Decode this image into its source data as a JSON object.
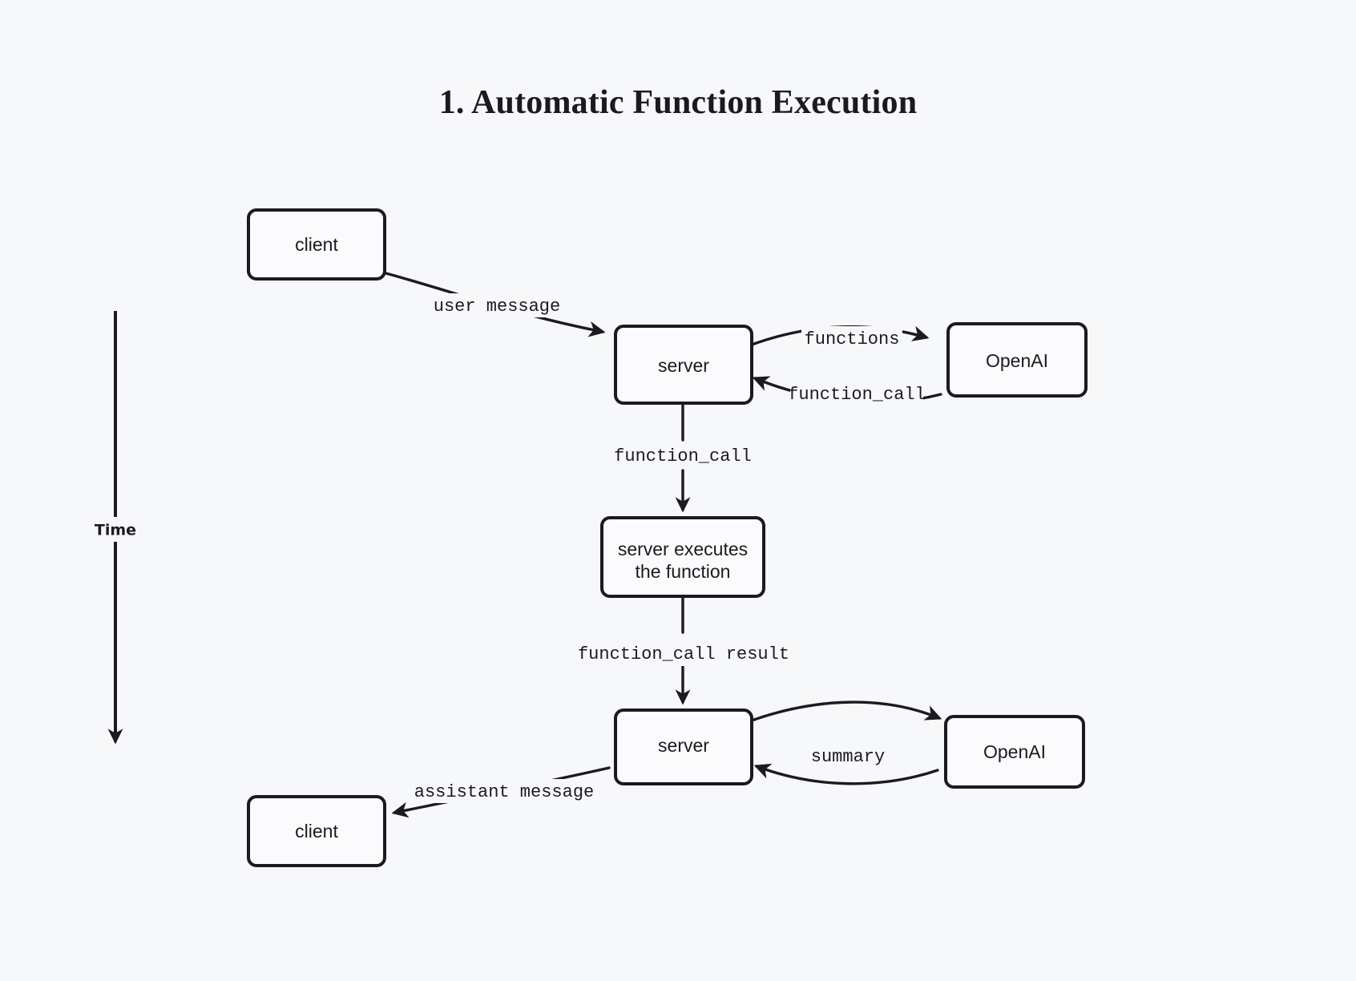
{
  "page": {
    "background_color": "#f7f8fa",
    "ink_color": "#1b1b1f",
    "node_fill_color": "#fbfbfd"
  },
  "title": "1. Automatic Function Execution",
  "time_axis": {
    "label": "Time",
    "direction": "downward"
  },
  "nodes": [
    {
      "id": "client-top",
      "label": "client"
    },
    {
      "id": "server-top",
      "label": "server"
    },
    {
      "id": "openai-top",
      "label": "OpenAI"
    },
    {
      "id": "executor",
      "label_line1": "server executes",
      "label_line2": "the function"
    },
    {
      "id": "server-bottom",
      "label": "server"
    },
    {
      "id": "openai-bottom",
      "label": "OpenAI"
    },
    {
      "id": "client-bottom",
      "label": "client"
    }
  ],
  "edges": [
    {
      "id": "edge-user-message",
      "label": "user message",
      "from": "client-top",
      "to": "server-top"
    },
    {
      "id": "edge-functions",
      "label": "functions",
      "from": "server-top",
      "to": "openai-top"
    },
    {
      "id": "edge-function-call-return",
      "label": "function_call",
      "from": "openai-top",
      "to": "server-top"
    },
    {
      "id": "edge-function-call-down",
      "label": "function_call",
      "from": "server-top",
      "to": "executor"
    },
    {
      "id": "edge-function-call-result",
      "label": "function_call result",
      "from": "executor",
      "to": "server-bottom"
    },
    {
      "id": "edge-summary-request",
      "label": "",
      "from": "server-bottom",
      "to": "openai-bottom"
    },
    {
      "id": "edge-summary",
      "label": "summary",
      "from": "openai-bottom",
      "to": "server-bottom"
    },
    {
      "id": "edge-assistant-message",
      "label": "assistant message",
      "from": "server-bottom",
      "to": "client-bottom"
    }
  ]
}
